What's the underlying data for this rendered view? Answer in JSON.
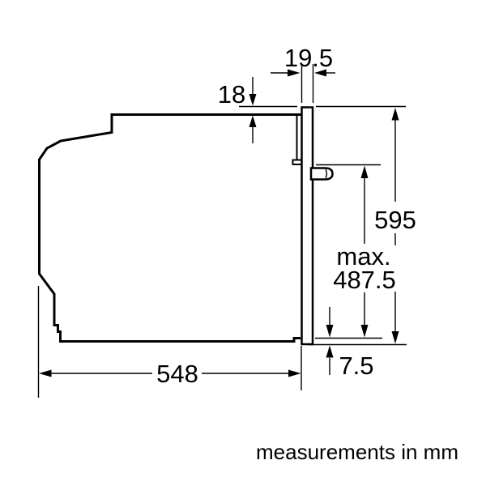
{
  "diagram": {
    "title": "built-in oven side-view dimension drawing",
    "labels": {
      "door_thickness": "19.5",
      "top_overhang": "18",
      "total_height": "595",
      "max_prefix": "max.",
      "max_height": "487.5",
      "bottom_overhang": "7.5",
      "depth": "548"
    },
    "footer": "measurements in mm",
    "colors": {
      "line": "#000000",
      "background": "#ffffff"
    }
  }
}
